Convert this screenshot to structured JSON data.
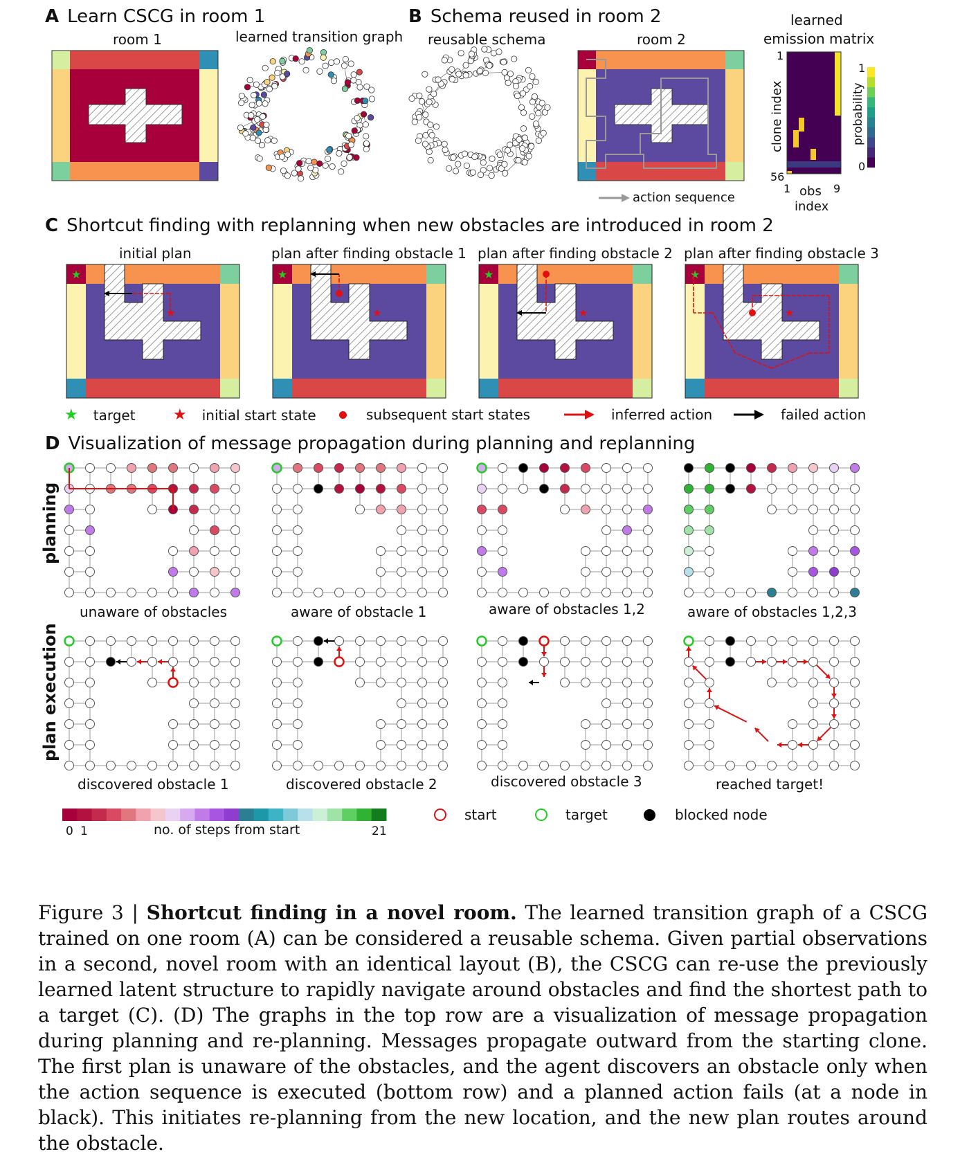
{
  "panelA": {
    "letter": "A",
    "title": "Learn CSCG in room 1",
    "room_label": "room 1",
    "graph_label": "learned transition graph"
  },
  "panelB": {
    "letter": "B",
    "title": "Schema reused in room 2",
    "schema_label": "reusable schema",
    "room_label": "room 2",
    "action_seq_label": "action sequence",
    "emission": {
      "title1": "learned",
      "title2": "emission matrix",
      "ylabel": "clone index",
      "y_top": "1",
      "y_bottom": "56",
      "x_left": "1",
      "x_right": "9",
      "xlabel1": "obs",
      "xlabel2": "index",
      "cbar_label": "probability",
      "cbar_top": "1",
      "cbar_bottom": "0"
    }
  },
  "panelC": {
    "letter": "C",
    "title": "Shortcut finding with replanning when new obstacles are introduced in room 2",
    "subtitles": [
      "initial plan",
      "plan after finding obstacle 1",
      "plan after finding obstacle 2",
      "plan after finding obstacle 3"
    ],
    "legend": {
      "target": "target",
      "initial_start": "initial start state",
      "subsequent": "subsequent start states",
      "inferred": "inferred action",
      "failed": "failed action"
    }
  },
  "panelD": {
    "letter": "D",
    "title": "Visualization of message propagation during planning and replanning",
    "row_planning": "planning",
    "row_execution": "plan execution",
    "top_labels": [
      "unaware of obstacles",
      "aware of obstacle 1",
      "aware of obstacles 1,2",
      "aware of obstacles 1,2,3"
    ],
    "bottom_labels": [
      "discovered obstacle 1",
      "discovered obstacle 2",
      "discovered obstacle 3",
      "reached target!"
    ],
    "colorbar": {
      "min0": "0",
      "min1": "1",
      "label": "no. of steps from start",
      "max": "21"
    },
    "legend": {
      "start": "start",
      "target": "target",
      "blocked": "blocked node"
    }
  },
  "colors": {
    "crimson": "#a8003a",
    "orange": "#f7924f",
    "purple": "#5b4aa0",
    "yellow": "#fdf3b0",
    "peach": "#fbd27d",
    "teal": "#2f8fb5",
    "green": "#7dcf9e",
    "lime": "#d6eea0",
    "red": "#d94747",
    "target_green": "#22cc22",
    "arrow_red": "#e01010"
  },
  "caption": {
    "fig": "Figure 3 | ",
    "bold_title": "Shortcut finding in a novel room.",
    "body": " The learned transition graph of a CSCG trained on one room (A) can be considered a reusable schema. Given partial observations in a second, novel room with an identical layout (B), the CSCG can re-use the previously learned latent structure to rapidly navigate around obstacles and find the shortest path to a target (C). (D) The graphs in the top row are a visualization of message propagation during planning and re-planning. Messages propagate outward from the starting clone. The first plan is unaware of the obstacles, and the agent discovers an obstacle only when the action sequence is executed (bottom row) and a planned action fails (at a node in black). This initiates re-planning from the new location, and the new plan routes around the obstacle."
  }
}
